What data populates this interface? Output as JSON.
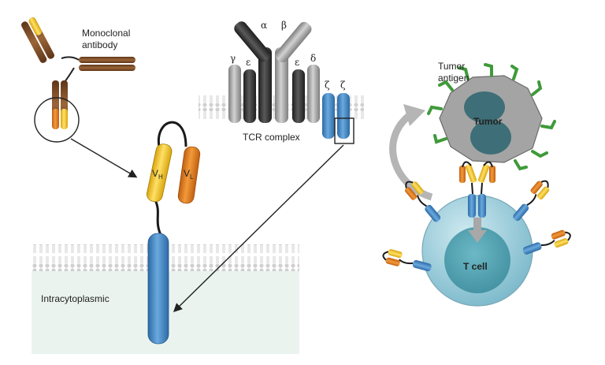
{
  "labels": {
    "monoclonal_line1": "Monoclonal",
    "monoclonal_line2": "antibody",
    "tcr_complex": "TCR complex",
    "intracytoplasmic": "Intracytoplasmic",
    "tumor_antigen_line1": "Tumor",
    "tumor_antigen_line2": "antigen",
    "tumor": "Tumor",
    "t_cell": "T cell",
    "vh_main": "V",
    "vh_sub": "H",
    "vl_main": "V",
    "vl_sub": "L"
  },
  "tcr_chains": {
    "gamma": "γ",
    "epsilon_left": "ε",
    "alpha": "α",
    "beta": "β",
    "epsilon_right": "ε",
    "delta": "δ",
    "zeta_left": "ζ",
    "zeta_right": "ζ"
  },
  "colors": {
    "antibody_brown": "#7a4a26",
    "antibody_yellow": "#f2c21a",
    "antibody_orange": "#e07a1f",
    "car_blue": "#3f86c8",
    "tcr_dark": "#333333",
    "tcr_gray": "#9a9a9a",
    "tumor_gray": "#9a9a9a",
    "tumor_nucleus": "#3e6e78",
    "antigen_green": "#3f9a3a",
    "tcell_blue": "#8ac4d4",
    "tcell_nucleus": "#4a9aaa",
    "intracytoplasmic_bg": "#eaf3ee"
  }
}
